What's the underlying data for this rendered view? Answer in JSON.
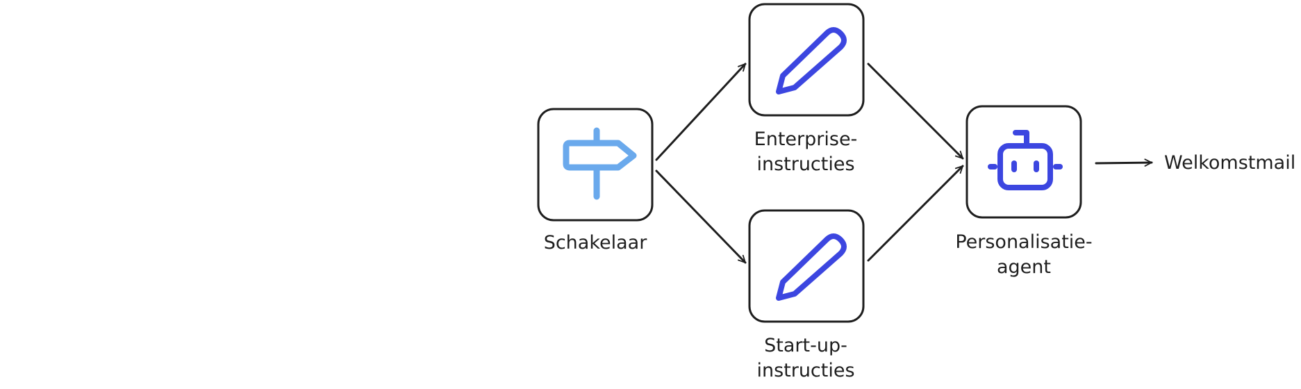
{
  "nodes": {
    "switch": {
      "label": "Schakelaar",
      "icon": "signpost-icon",
      "icon_color": "#6aa9ec"
    },
    "enterprise": {
      "label_line1": "Enterprise-",
      "label_line2": "instructies",
      "icon": "pencil-icon",
      "icon_color": "#3c46e0"
    },
    "startup": {
      "label_line1": "Start-up-",
      "label_line2": "instructies",
      "icon": "pencil-icon",
      "icon_color": "#3c46e0"
    },
    "agent": {
      "label_line1": "Personalisatie-",
      "label_line2": "agent",
      "icon": "robot-icon",
      "icon_color": "#3c46e0"
    },
    "output": {
      "label": "Welkomstmail"
    }
  },
  "colors": {
    "stroke": "#1e1e1e",
    "background": "#ffffff"
  }
}
